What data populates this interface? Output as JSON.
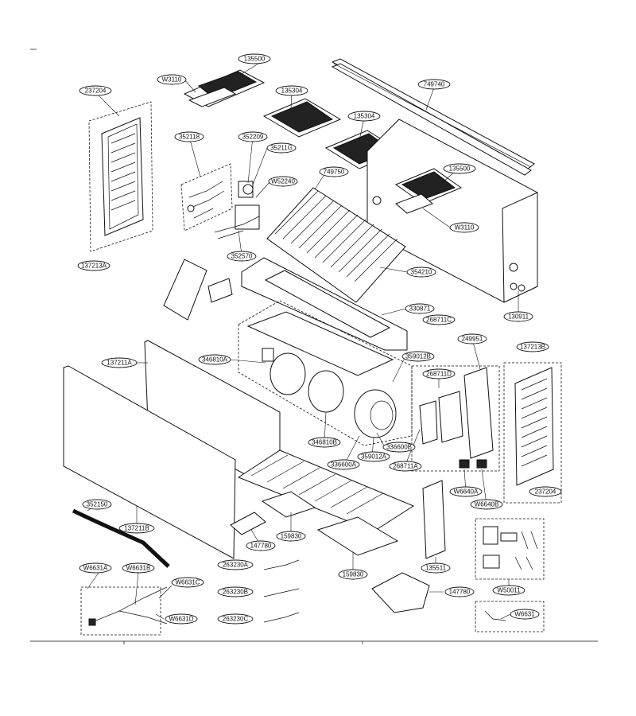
{
  "parts": {
    "p135500_top": "135500",
    "pW3110_top": "W3110",
    "p749740": "749740",
    "p237204_top": "237204",
    "p135304_a": "135304",
    "p135304_b": "135304",
    "p352118": "352118",
    "p352209": "352209",
    "p35211G": "35211G",
    "pW52240": "W52240",
    "p749750": "749750",
    "p135500_right": "135500",
    "pW3110_right": "W3110",
    "p137213A": "137213A",
    "p352570": "352570",
    "p354210": "354210",
    "p130911": "130911",
    "p330871": "330871",
    "p268711C": "268711C",
    "p249951": "249951",
    "p137213B": "137213B",
    "p137211A": "137211A",
    "p346810A": "346810A",
    "p359012B": "359012B",
    "p268711D": "268711D",
    "p346810B": "346810B",
    "p336600B": "336600B",
    "p336600A": "336600A",
    "p359012A": "359012A",
    "p268711A": "268711A",
    "p237204_bottom": "237204",
    "pW6640A": "W6640A",
    "pW6640B": "W6640B",
    "p352150": "352150",
    "p137211B": "137211B",
    "p159830_a": "159830",
    "p147780_a": "147780",
    "p263230A": "263230A",
    "p159830_b": "159830",
    "p135511": "135511",
    "pW50011": "W50011",
    "pW6631A": "W6631A",
    "pW6631B": "W6631B",
    "pW6631C": "W6631C",
    "p263230B": "263230B",
    "p147780_b": "147780",
    "pW6631D": "W6631D",
    "p263230C": "263230C",
    "pW6631": "W6631"
  }
}
